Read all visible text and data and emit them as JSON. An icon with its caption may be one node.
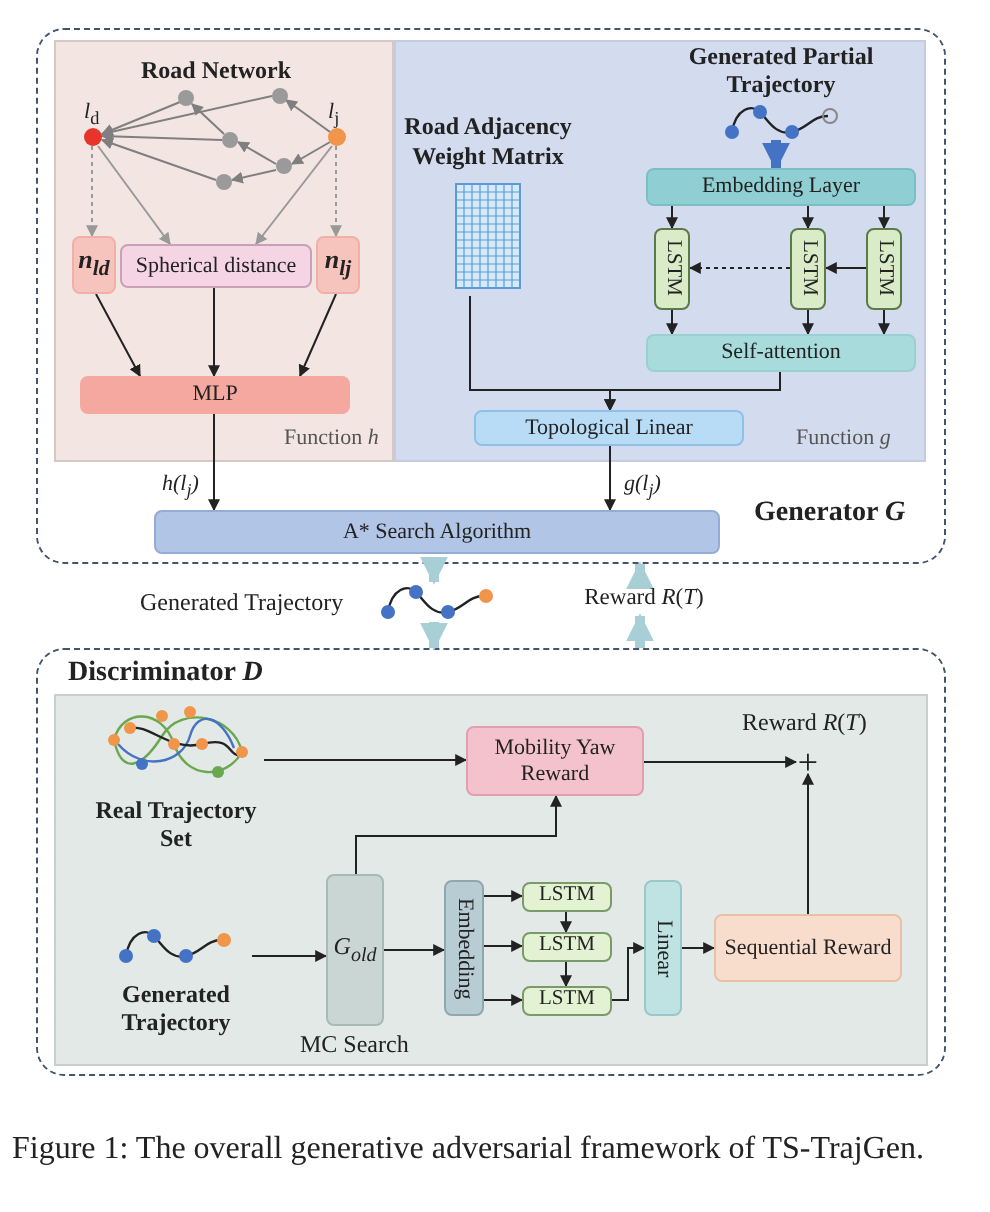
{
  "diagram": {
    "caption": "Figure 1: The overall generative adversarial framework of TS-TrajGen.",
    "nodes": [
      {
        "text": [
          "Generator *G*"
        ]
      },
      {
        "text": [
          "Function *h*"
        ],
        "in": 0
      },
      {
        "text": [
          "Road Network"
        ],
        "in": 1
      },
      {
        "text": [
          "*l*$_{d}$"
        ],
        "in": 1
      },
      {
        "text": [
          "*l*$_{j}$"
        ],
        "in": 1
      },
      {
        "text": [],
        "shape": "circle",
        "in": 1
      },
      {
        "text": [],
        "shape": "circle",
        "in": 1
      },
      {
        "text": [],
        "shape": "circle",
        "in": 1
      },
      {
        "text": [],
        "shape": "circle",
        "in": 1
      },
      {
        "text": [],
        "shape": "circle",
        "in": 1
      },
      {
        "text": [
          "n$_{ld}$"
        ],
        "in": 1
      },
      {
        "text": [
          "Spherical distance"
        ],
        "in": 1
      },
      {
        "text": [
          "n$_{lj}$"
        ],
        "in": 1
      },
      {
        "text": [
          "MLP"
        ],
        "in": 1
      },
      {
        "text": [
          "Function *g*"
        ],
        "in": 0
      },
      {
        "text": [
          "Road Adjacency Weight Matrix"
        ],
        "in": 14
      },
      {
        "text": [
          "Generated Partial Trajectory"
        ],
        "in": 14
      },
      {
        "text": [
          "Embedding Layer"
        ],
        "in": 14
      },
      {
        "text": [
          "LSTM"
        ],
        "in": 14
      },
      {
        "text": [
          "LSTM"
        ],
        "in": 14
      },
      {
        "text": [
          "LSTM"
        ],
        "in": 14
      },
      {
        "text": [
          "Self-attention"
        ],
        "in": 14
      },
      {
        "text": [
          "Topological Linear"
        ],
        "in": 14
      },
      {
        "text": [
          "A* Search Algorithm"
        ],
        "in": 0
      },
      {
        "text": [
          "Generated Trajectory"
        ]
      },
      {
        "text": [
          "Reward *R*(*T*)"
        ]
      },
      {
        "text": [
          "Discriminator *D*"
        ]
      },
      {
        "text": [
          "Real Trajectory Set"
        ],
        "in": 26
      },
      {
        "text": [
          "Mobility Yaw Reward"
        ],
        "in": 26
      },
      {
        "text": [
          "Generated Trajectory"
        ],
        "in": 26
      },
      {
        "text": [
          "*G*$_{old}$"
        ],
        "beside": [
          "MC Search"
        ],
        "in": 26
      },
      {
        "text": [
          "Embedding"
        ],
        "in": 26
      },
      {
        "text": [
          "LSTM"
        ],
        "in": 26
      },
      {
        "text": [
          "LSTM"
        ],
        "in": 26
      },
      {
        "text": [
          "LSTM"
        ],
        "in": 26
      },
      {
        "text": [
          "Linear"
        ],
        "in": 26
      },
      {
        "text": [
          "Sequential Reward"
        ],
        "in": 26
      },
      {
        "text": [
          "+"
        ],
        "beside": [
          "Reward *R*(*T*)"
        ],
        "in": 26
      }
    ],
    "edges": [
      {
        "from": 4,
        "to": 6,
        "arrow": "to",
        "color": "#7f7f7f"
      },
      {
        "from": 6,
        "to": 3,
        "arrow": "to",
        "color": "#7f7f7f"
      },
      {
        "from": 4,
        "to": 8,
        "arrow": "to",
        "color": "#7f7f7f"
      },
      {
        "from": 8,
        "to": 7,
        "arrow": "to",
        "color": "#7f7f7f"
      },
      {
        "from": 7,
        "to": 5,
        "arrow": "to",
        "color": "#7f7f7f"
      },
      {
        "from": 5,
        "to": 3,
        "arrow": "to",
        "color": "#7f7f7f"
      },
      {
        "from": 7,
        "to": 3,
        "arrow": "to",
        "color": "#7f7f7f"
      },
      {
        "from": 8,
        "to": 9,
        "arrow": "to",
        "color": "#7f7f7f"
      },
      {
        "from": 9,
        "to": 3,
        "arrow": "to",
        "color": "#7f7f7f"
      },
      {
        "from": 3,
        "to": 10,
        "arrow": "to",
        "style": "dashed",
        "color": "#999999"
      },
      {
        "from": 3,
        "to": 11,
        "arrow": "to",
        "color": "#999999"
      },
      {
        "from": 4,
        "to": 11,
        "arrow": "to",
        "color": "#999999"
      },
      {
        "from": 4,
        "to": 12,
        "arrow": "to",
        "style": "dashed",
        "color": "#999999"
      },
      {
        "from": 10,
        "to": 13,
        "arrow": "to"
      },
      {
        "from": 11,
        "to": 13,
        "arrow": "to"
      },
      {
        "from": 12,
        "to": 13,
        "arrow": "to"
      },
      {
        "from": 13,
        "to": 23,
        "label": "*h*(*l*$_{j}$)",
        "arrow": "to"
      },
      {
        "from": 16,
        "to": 17,
        "arrow": "to",
        "style": "thick",
        "color": "#4472c4"
      },
      {
        "from": 17,
        "to": 18,
        "arrow": "to"
      },
      {
        "from": 17,
        "to": 19,
        "arrow": "to"
      },
      {
        "from": 17,
        "to": 20,
        "arrow": "to"
      },
      {
        "from": 20,
        "to": 19,
        "arrow": "to"
      },
      {
        "from": 19,
        "to": 18,
        "arrow": "to",
        "style": "dashed"
      },
      {
        "from": 18,
        "to": 21,
        "arrow": "to"
      },
      {
        "from": 19,
        "to": 21,
        "arrow": "to"
      },
      {
        "from": 20,
        "to": 21,
        "arrow": "to"
      },
      {
        "from": 15,
        "to": 22,
        "arrow": "to"
      },
      {
        "from": 21,
        "to": 22,
        "arrow": "to"
      },
      {
        "from": 22,
        "to": 23,
        "label": "*g*(*l*$_{j}$)",
        "arrow": "to"
      },
      {
        "from": 0,
        "to": 24,
        "arrow": "to",
        "style": "thick",
        "color": "#a9cfd6"
      },
      {
        "from": 24,
        "to": 26,
        "arrow": "to",
        "style": "thick",
        "color": "#a9cfd6"
      },
      {
        "from": 26,
        "to": 25,
        "arrow": "to",
        "style": "thick",
        "color": "#a9cfd6"
      },
      {
        "from": 25,
        "to": 0,
        "arrow": "to",
        "style": "thick",
        "color": "#a9cfd6"
      },
      {
        "from": 27,
        "to": 28,
        "arrow": "to"
      },
      {
        "from": 29,
        "to": 30,
        "arrow": "to"
      },
      {
        "from": 30,
        "to": 28,
        "arrow": "to"
      },
      {
        "from": 30,
        "to": 31,
        "arrow": "to"
      },
      {
        "from": 31,
        "to": 32,
        "arrow": "to"
      },
      {
        "from": 31,
        "to": 33,
        "arrow": "to"
      },
      {
        "from": 31,
        "to": 34,
        "arrow": "to"
      },
      {
        "from": 32,
        "to": 33,
        "arrow": "to"
      },
      {
        "from": 33,
        "to": 34,
        "arrow": "to"
      },
      {
        "from": 34,
        "to": 35,
        "arrow": "to"
      },
      {
        "from": 35,
        "to": 36,
        "arrow": "to"
      },
      {
        "from": 28,
        "to": 37,
        "arrow": "to"
      },
      {
        "from": 36,
        "to": 37,
        "arrow": "to"
      }
    ]
  }
}
